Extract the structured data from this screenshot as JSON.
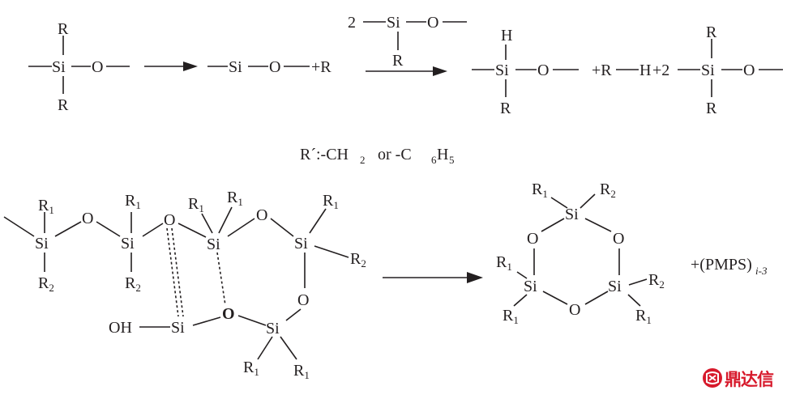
{
  "atoms": {
    "si": "Si",
    "o": "O",
    "r": "R",
    "h": "H",
    "oh": "OH",
    "r_letter": "R",
    "sub_1": "1",
    "sub_2": "2"
  },
  "reaction1": {
    "coef_2": "2",
    "plus_r": "+R",
    "plus_rh": "+R",
    "plus_2": "+2"
  },
  "legend": {
    "rprime": "R´:-CH",
    "rprime_sub": "2",
    "or_text": "or  -C",
    "c6_sub": "6",
    "h_text": "H",
    "h5_sub": "5"
  },
  "product": {
    "pmps": "+(PMPS)",
    "pmps_sub": "i-3"
  },
  "logo": {
    "text": "鼎达信",
    "brand_color": "#d7192b"
  }
}
